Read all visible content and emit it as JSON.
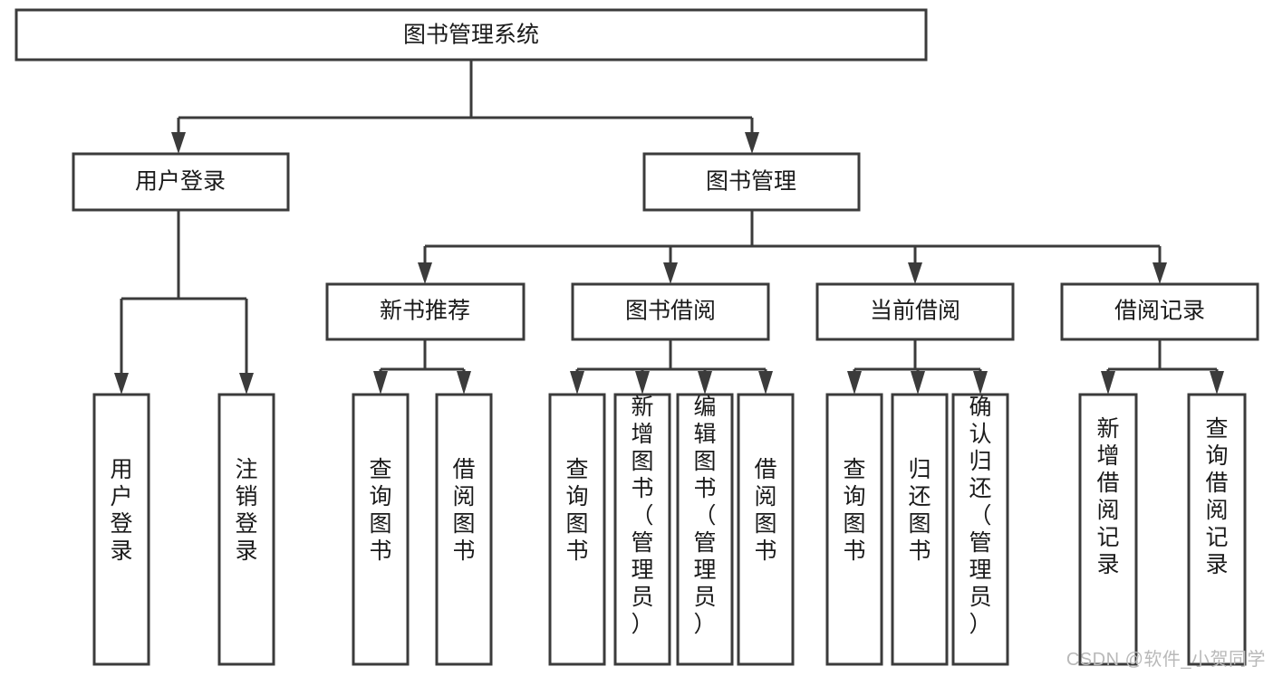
{
  "diagram": {
    "type": "tree-hierarchy-chart",
    "title": "图书管理系统",
    "watermark": "CSDN @软件_小贺同学",
    "colors": {
      "stroke": "#3b3b3b",
      "fill": "#ffffff",
      "text": "#1a1a1a",
      "watermark": "#b9b9b9",
      "background": "#ffffff"
    },
    "levels": {
      "root": {
        "label": "图书管理系统"
      },
      "level2": [
        {
          "label": "用户登录"
        },
        {
          "label": "图书管理"
        }
      ],
      "level3": [
        {
          "label": "新书推荐"
        },
        {
          "label": "图书借阅"
        },
        {
          "label": "当前借阅"
        },
        {
          "label": "借阅记录"
        }
      ],
      "leaves": {
        "user_login": [
          {
            "label": "用户登录"
          },
          {
            "label": "注销登录"
          }
        ],
        "new_book_recommend": [
          {
            "label": "查询图书"
          },
          {
            "label": "借阅图书"
          }
        ],
        "book_borrow": [
          {
            "label": "查询图书"
          },
          {
            "label": "新增图书（管理员）"
          },
          {
            "label": "编辑图书（管理员）"
          },
          {
            "label": "借阅图书"
          }
        ],
        "current_borrow": [
          {
            "label": "查询图书"
          },
          {
            "label": "归还图书"
          },
          {
            "label": "确认归还（管理员）"
          }
        ],
        "borrow_record": [
          {
            "label": "新增借阅记录"
          },
          {
            "label": "查询借阅记录"
          }
        ]
      }
    }
  }
}
